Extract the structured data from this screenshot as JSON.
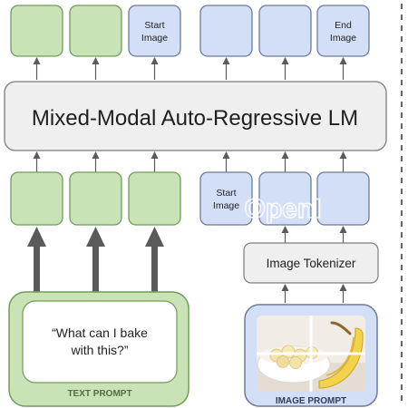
{
  "colors": {
    "green_fill": "#c9e3b6",
    "green_stroke": "#6f9d5a",
    "blue_fill": "#d3dff6",
    "blue_stroke": "#6c7a9c",
    "gray_fill": "#efefef",
    "gray_stroke": "#7d7d7d",
    "arrow_dark": "#5a5a5a",
    "text_dark": "#1f1f1f",
    "watermark": "#e6e6e6"
  },
  "diagram": {
    "lm_title": "Mixed-Modal Auto-Regressive LM",
    "top_tokens": {
      "start_image": [
        "Start",
        "Image"
      ],
      "end_image": [
        "End",
        "Image"
      ]
    },
    "bottom_tokens": {
      "start_image": [
        "Start",
        "Image"
      ]
    },
    "image_tokenizer_label": "Image Tokenizer",
    "text_prompt": {
      "quote": [
        "“What can I bake",
        "with this?”"
      ],
      "label": "TEXT PROMPT"
    },
    "image_prompt": {
      "label": "IMAGE PROMPT",
      "image_icon": "bananas-in-bowl-photo-icon"
    },
    "watermark_text": "OpenI"
  }
}
